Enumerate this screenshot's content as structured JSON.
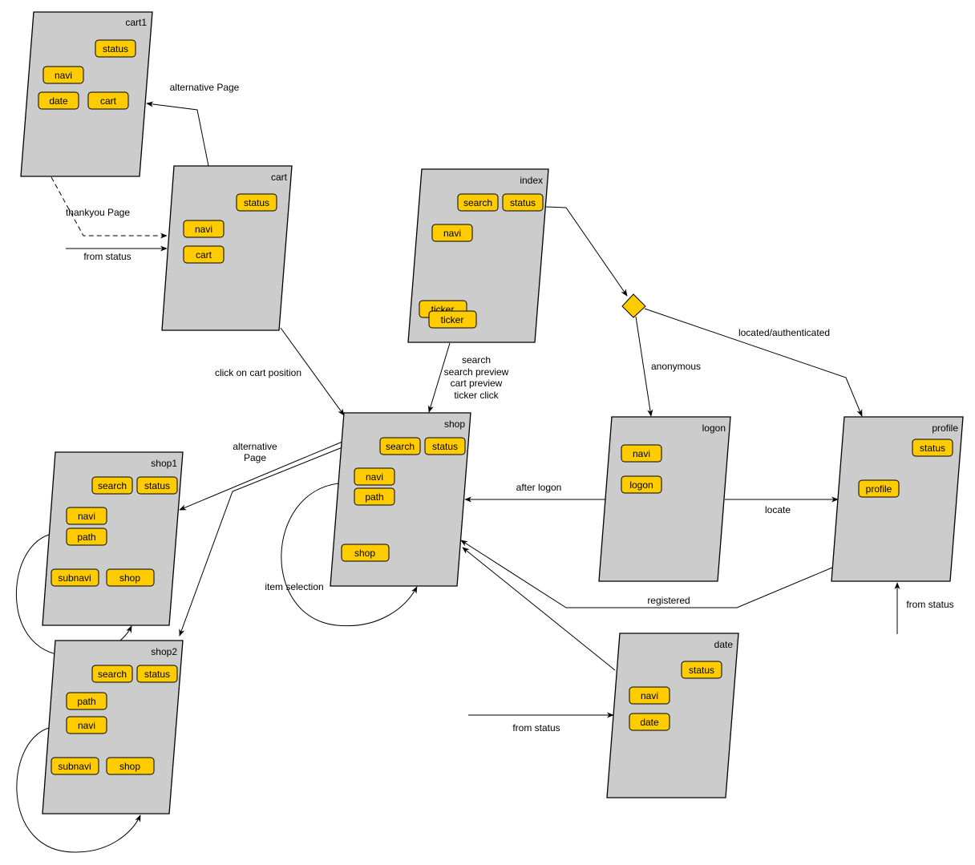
{
  "diagram": {
    "pages": [
      {
        "id": "cart1",
        "title": "cart1",
        "components": [
          "status",
          "navi",
          "date",
          "cart"
        ]
      },
      {
        "id": "cart",
        "title": "cart",
        "components": [
          "status",
          "navi",
          "cart"
        ]
      },
      {
        "id": "index",
        "title": "index",
        "components": [
          "search",
          "status",
          "navi",
          "ticker",
          "ticker"
        ]
      },
      {
        "id": "shop",
        "title": "shop",
        "components": [
          "search",
          "status",
          "navi",
          "path",
          "shop"
        ]
      },
      {
        "id": "shop1",
        "title": "shop1",
        "components": [
          "search",
          "status",
          "navi",
          "path",
          "subnavi",
          "shop"
        ]
      },
      {
        "id": "shop2",
        "title": "shop2",
        "components": [
          "search",
          "status",
          "path",
          "navi",
          "subnavi",
          "shop"
        ]
      },
      {
        "id": "logon",
        "title": "logon",
        "components": [
          "navi",
          "logon"
        ]
      },
      {
        "id": "profile",
        "title": "profile",
        "components": [
          "status",
          "profile"
        ]
      },
      {
        "id": "date",
        "title": "date",
        "components": [
          "status",
          "navi",
          "date"
        ]
      }
    ],
    "decision": {
      "name": "auth-decision",
      "color": "#ffcc00"
    },
    "edges": [
      {
        "id": "cart-to-cart1",
        "from": "cart",
        "to": "cart1",
        "label": "alternative Page",
        "style": "solid"
      },
      {
        "id": "cart1-to-cart",
        "from": "cart1",
        "to": "cart",
        "label": "thankyou Page",
        "style": "dashed"
      },
      {
        "id": "status-to-cart",
        "from": "",
        "to": "cart",
        "label": "from status",
        "style": "solid"
      },
      {
        "id": "cart-to-shop",
        "from": "cart",
        "to": "shop",
        "label": "click on cart position",
        "style": "solid"
      },
      {
        "id": "index-to-shop",
        "from": "index",
        "to": "shop",
        "label": "search\nsearch preview\ncart preview\nticker click",
        "label_lines": [
          "search",
          "search preview",
          "cart preview",
          "ticker click"
        ],
        "style": "solid"
      },
      {
        "id": "index-to-decision",
        "from": "index",
        "to": "decision",
        "label": "",
        "style": "solid"
      },
      {
        "id": "decision-to-logon",
        "from": "decision",
        "to": "logon",
        "label": "anonymous",
        "style": "solid"
      },
      {
        "id": "decision-to-profile",
        "from": "decision",
        "to": "profile",
        "label": "located/authenticated",
        "style": "solid"
      },
      {
        "id": "shop-to-shop1-shop2",
        "from": "shop",
        "to": "shop1",
        "label_lines": [
          "alternative",
          "Page"
        ],
        "style": "solid"
      },
      {
        "id": "shop-self",
        "from": "shop",
        "to": "shop",
        "label": "item selection",
        "style": "solid"
      },
      {
        "id": "shop1-self",
        "from": "shop1",
        "to": "shop1",
        "label": "",
        "style": "solid"
      },
      {
        "id": "shop2-self",
        "from": "shop2",
        "to": "shop2",
        "label": "",
        "style": "solid"
      },
      {
        "id": "logon-to-shop",
        "from": "logon",
        "to": "shop",
        "label": "after logon",
        "style": "solid"
      },
      {
        "id": "logon-to-profile",
        "from": "logon",
        "to": "profile",
        "label": "locate",
        "style": "solid"
      },
      {
        "id": "profile-to-shop",
        "from": "profile",
        "to": "shop",
        "label": "registered",
        "style": "solid"
      },
      {
        "id": "date-to-shop",
        "from": "date",
        "to": "shop",
        "label": "",
        "style": "solid"
      },
      {
        "id": "status-to-date",
        "from": "",
        "to": "date",
        "label": "from status",
        "style": "solid"
      },
      {
        "id": "status-to-profile",
        "from": "",
        "to": "profile",
        "label": "from status",
        "style": "solid"
      }
    ],
    "colors": {
      "page_fill": "#cccccc",
      "component_fill": "#ffcc00",
      "line": "#000000",
      "background": "#ffffff"
    }
  }
}
